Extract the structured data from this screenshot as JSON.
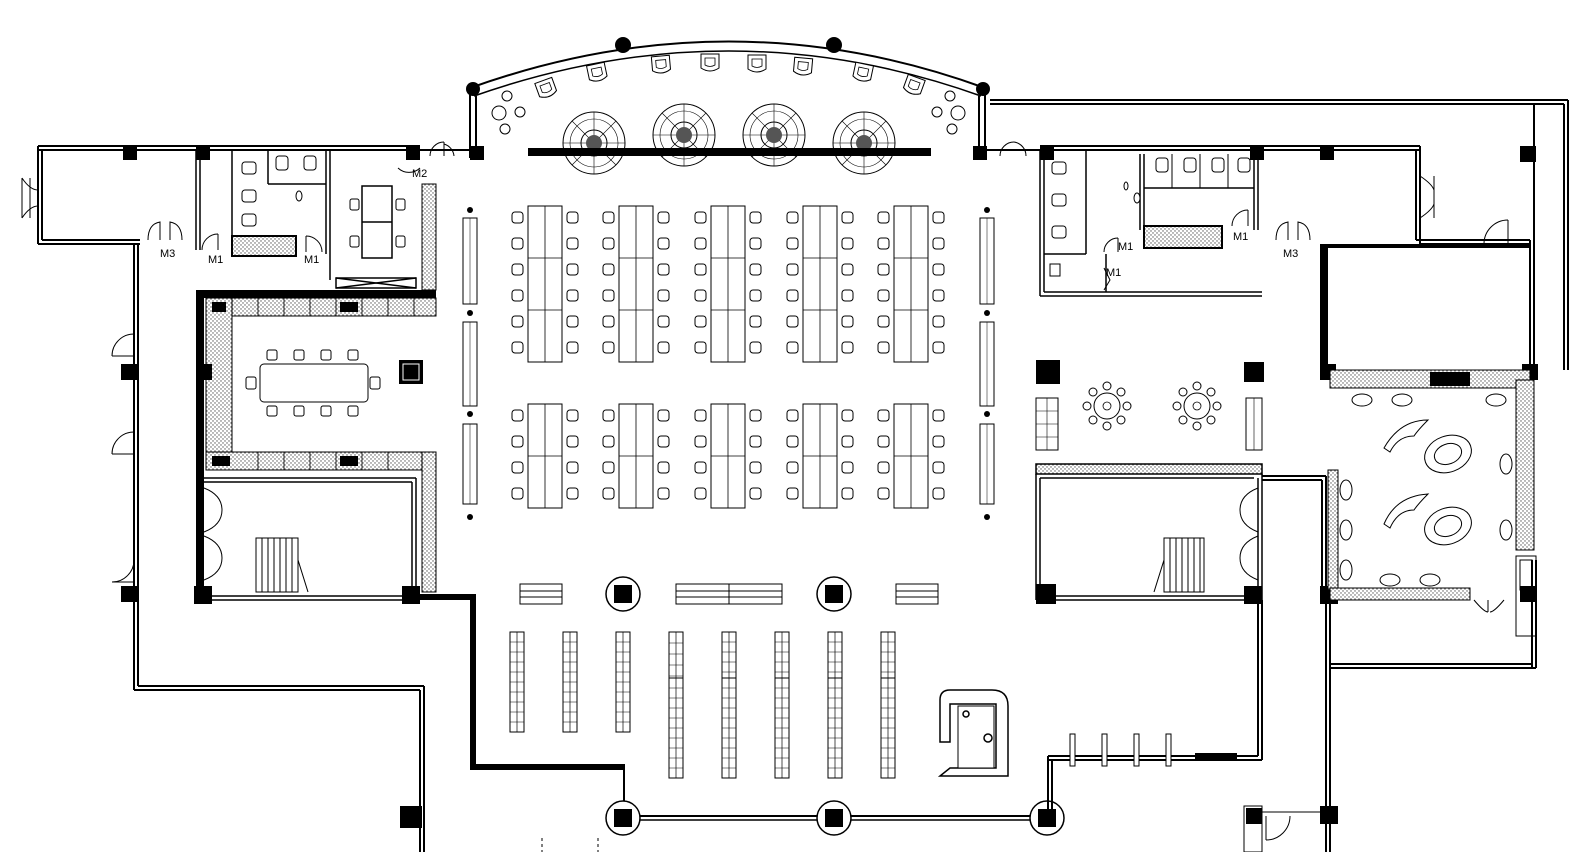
{
  "labels": {
    "door_m2": "M2",
    "door_m3_left": "M3",
    "door_m1_a": "M1",
    "door_m1_b": "M1",
    "door_m1_c": "M1",
    "door_m1_d": "M1",
    "door_m1_e": "M1",
    "door_m3_right": "M3"
  },
  "colors": {
    "line": "#000000",
    "fill_dark": "#000000",
    "hatch": "#888888",
    "background": "#ffffff"
  }
}
